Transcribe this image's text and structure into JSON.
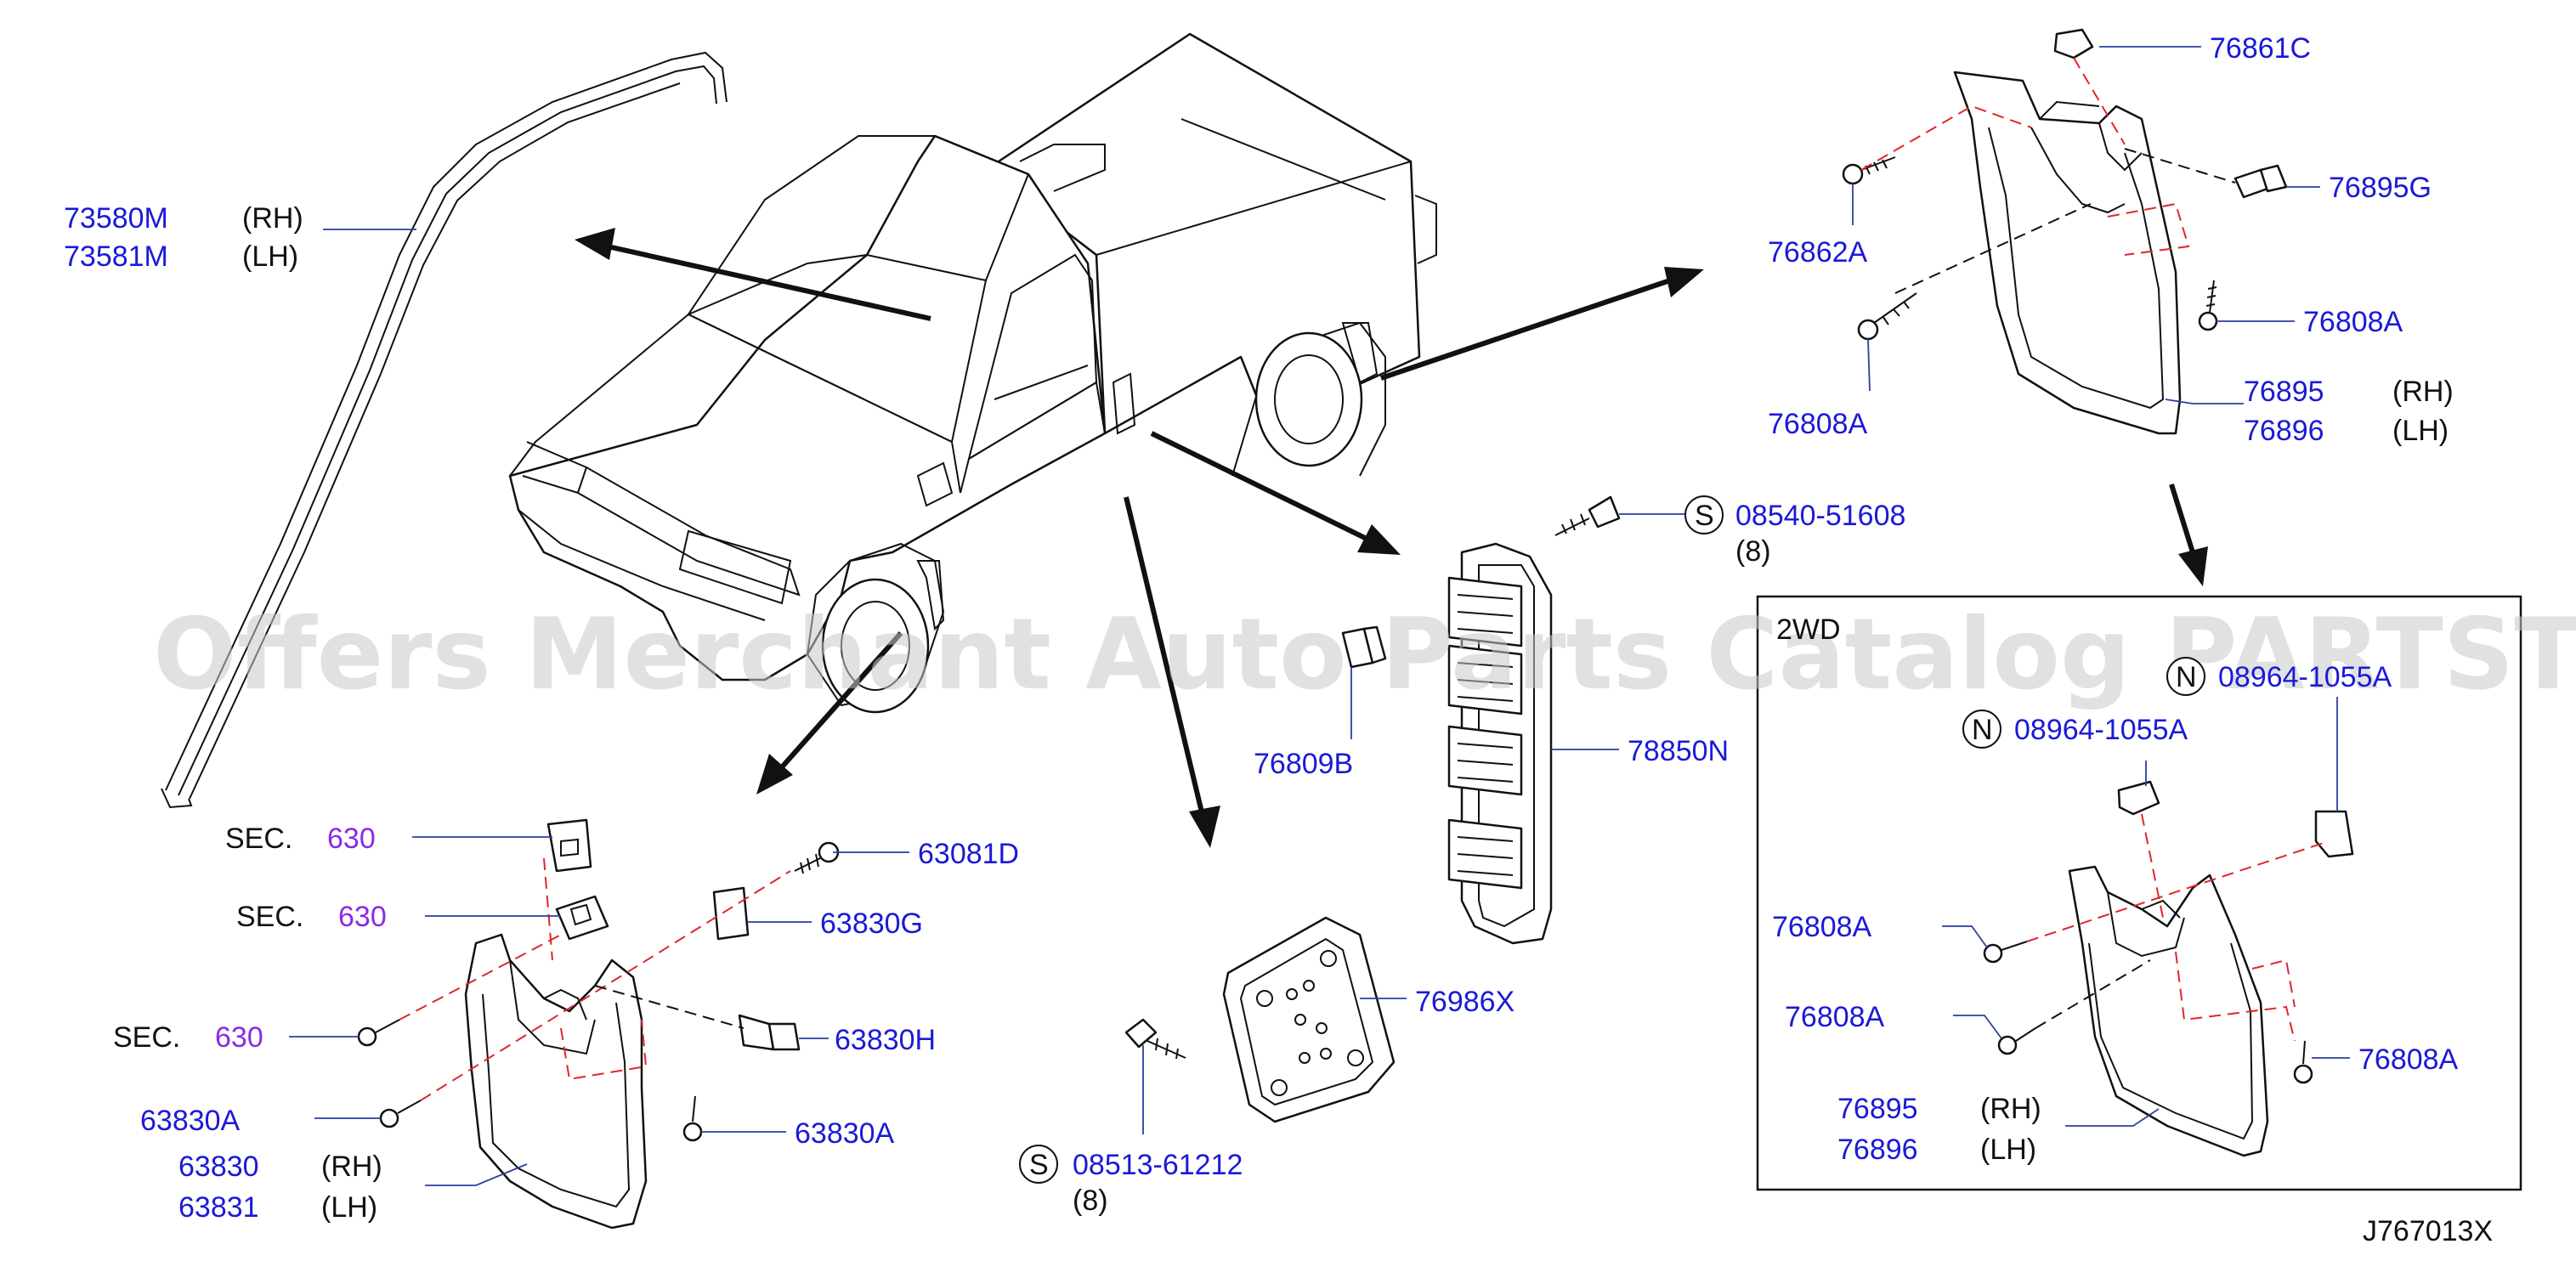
{
  "labels": {
    "p73580m": "73580M",
    "rh_73580": "(RH)",
    "p73581m": "73581M",
    "lh_73581": "(LH)",
    "p76861c": "76861C",
    "p76895g": "76895G",
    "p76862a": "76862A",
    "p76808a_r1": "76808A",
    "p76808a_r2": "76808A",
    "p76895_r": "76895",
    "rh_76895_r": "(RH)",
    "p76896_r": "76896",
    "lh_76896_r": "(LH)",
    "s_sym_1": "S",
    "p08540": "08540-51608",
    "qty_08540": "(8)",
    "p76809b": "76809B",
    "p78850n": "78850N",
    "p76986x": "76986X",
    "s_sym_2": "S",
    "p08513": "08513-61212",
    "qty_08513": "(8)",
    "sec1": "SEC.",
    "sec1_num": "630",
    "sec2": "SEC.",
    "sec2_num": "630",
    "sec3": "SEC.",
    "sec3_num": "630",
    "p63081d": "63081D",
    "p63830g": "63830G",
    "p63830h": "63830H",
    "p63830a_l": "63830A",
    "p63830a_r": "63830A",
    "p63830": "63830",
    "rh_63830": "(RH)",
    "p63831": "63831",
    "lh_63831": "(LH)",
    "box_title": "2WD",
    "n_sym_1": "N",
    "p08964_a": "08964-1055A",
    "n_sym_2": "N",
    "p08964_b": "08964-1055A",
    "p76808a_b1": "76808A",
    "p76808a_b2": "76808A",
    "p76808a_b3": "76808A",
    "p76895_b": "76895",
    "rh_76895_b": "(RH)",
    "p76896_b": "76896",
    "lh_76896_b": "(LH)",
    "figure_code": "J767013X"
  },
  "watermark": "Offers Merchant Auto Parts Catalog PARTSTORE.SA",
  "colors": {
    "part_number": "#1a1ad6",
    "section_number": "#8a2be2",
    "callout_dash": "#e0262b",
    "leader": "#2a3fa0",
    "ink": "#111111"
  }
}
